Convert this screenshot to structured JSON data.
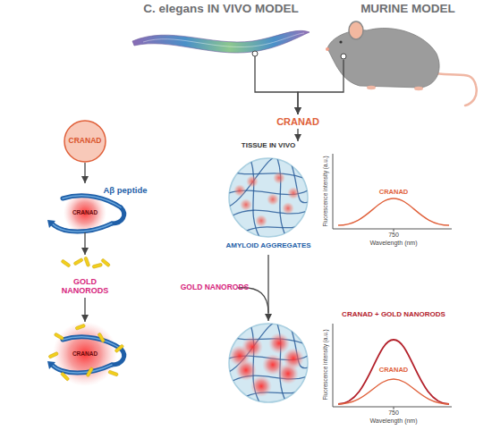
{
  "diagram": {
    "nodes": [
      {
        "text": [
          "C. elegans IN VIVO MODEL"
        ]
      },
      {
        "text": [
          "MURINE MODEL"
        ]
      },
      {
        "text": [
          "CRANAD"
        ]
      },
      {
        "text": [
          "Aβ peptide",
          "CRANAD"
        ]
      },
      {
        "text": [
          "GOLD NANORODS"
        ]
      },
      {
        "text": [
          "CRANAD"
        ]
      },
      {
        "text": [
          "CRANAD"
        ]
      },
      {
        "text": [
          "TISSUE IN VIVO",
          "AMYLOID AGGREGATES"
        ]
      }
    ],
    "edges": [
      {
        "from": 0,
        "to": 6,
        "arrow": "to"
      },
      {
        "from": 1,
        "to": 6,
        "arrow": "to"
      },
      {
        "from": 6,
        "to": 7,
        "arrow": "to"
      },
      {
        "from": 2,
        "to": 3,
        "arrow": "to"
      },
      {
        "from": 3,
        "to": 4,
        "arrow": "to"
      },
      {
        "from": 4,
        "to": 5,
        "arrow": "to"
      }
    ],
    "labels": [
      "Fluorescence intensity (a.u.)",
      "CRANAD",
      "750",
      "Wavelength (nm)",
      "GOLD NANORODS",
      "Fluorescence intensity (a.u.)",
      "CRANAD + GOLD NANORODS",
      "CRANAD",
      "750",
      "Wavelength (nm)"
    ]
  }
}
